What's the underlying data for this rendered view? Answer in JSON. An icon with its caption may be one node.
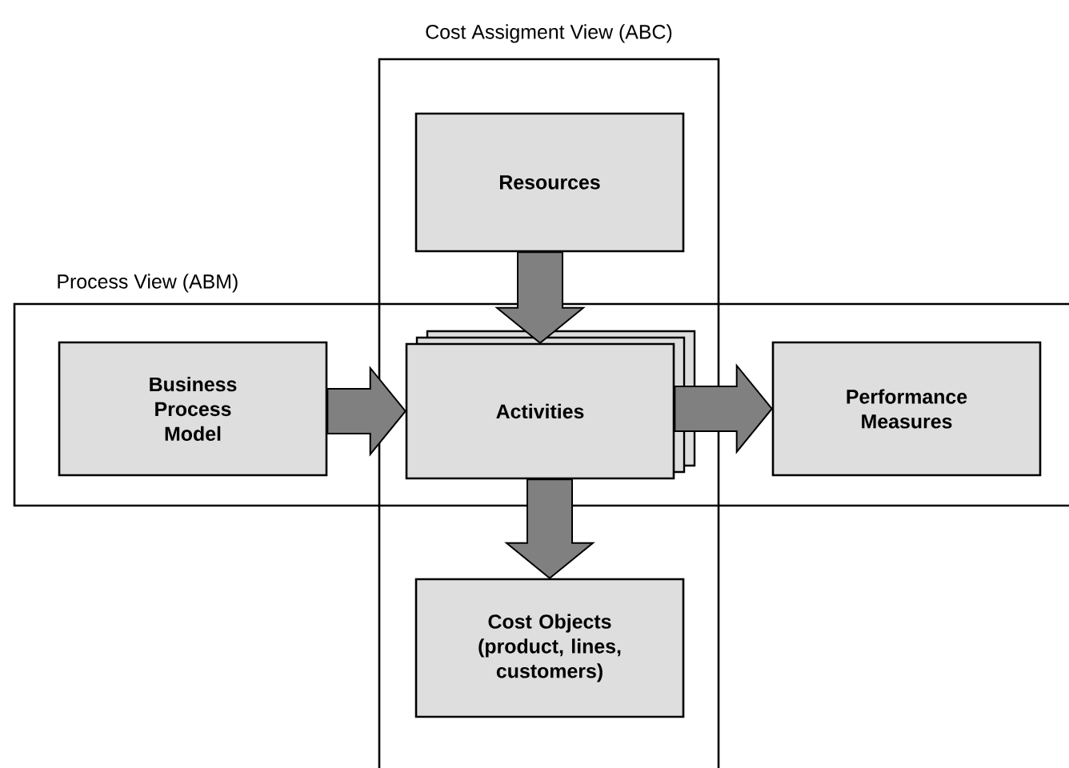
{
  "diagram": {
    "nodes": [
      {
        "text": [
          "Cost Assigment View (ABC)"
        ]
      },
      {
        "text": [
          "Process View (ABM)"
        ]
      },
      {
        "text": [
          "Resources"
        ],
        "in": 0
      },
      {
        "text": [
          "Business Process Model"
        ],
        "in": 1
      },
      {
        "text": [
          "Activities"
        ]
      },
      {
        "text": [
          "Performance Measures"
        ],
        "in": 1
      },
      {
        "text": [
          "Cost Objects",
          "(product, lines, customers)"
        ],
        "in": 0
      }
    ],
    "edges": [
      {
        "from": 2,
        "to": 4,
        "arrow": "to"
      },
      {
        "from": 3,
        "to": 4,
        "arrow": "to"
      },
      {
        "from": 4,
        "to": 5,
        "arrow": "to"
      },
      {
        "from": 4,
        "to": 6,
        "arrow": "to"
      }
    ]
  }
}
